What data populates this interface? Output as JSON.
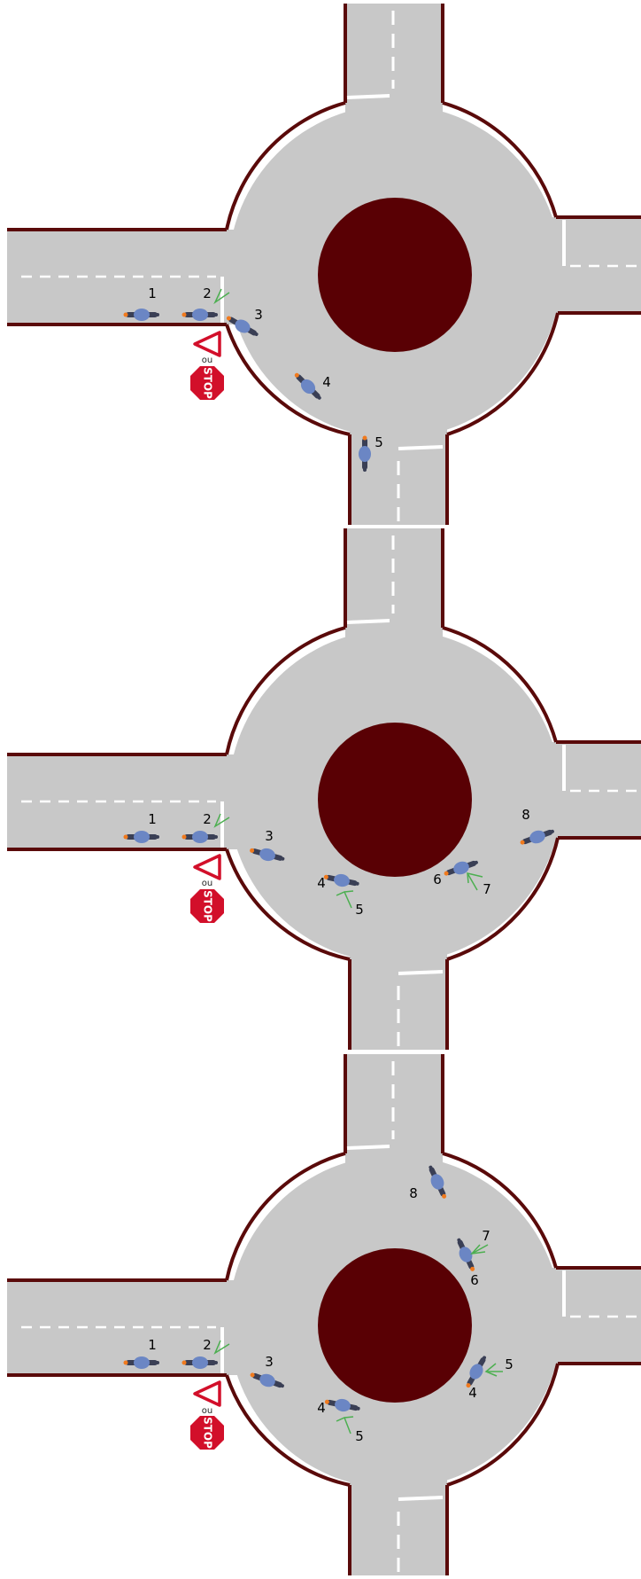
{
  "colors": {
    "road": "#c8c8c8",
    "border": "#5a0a0a",
    "island": "#590004",
    "lane_marking": "#ffffff",
    "arrow": "#4caf50",
    "yield_sign": "#d20f2a",
    "stop_sign": "#d20f2a",
    "moto_body": "#3a3f55",
    "moto_rider": "#6b86c4",
    "moto_light": "#f07a1e"
  },
  "signs": {
    "stop_text": "STOP",
    "or_text": "ou"
  },
  "panels": [
    {
      "labels": [
        "1",
        "2",
        "3",
        "4",
        "5"
      ]
    },
    {
      "labels": [
        "1",
        "2",
        "3",
        "4",
        "5",
        "6",
        "7",
        "8"
      ]
    },
    {
      "labels": [
        "1",
        "2",
        "3",
        "4",
        "5",
        "8",
        "7",
        "6",
        "5",
        "4"
      ]
    }
  ]
}
